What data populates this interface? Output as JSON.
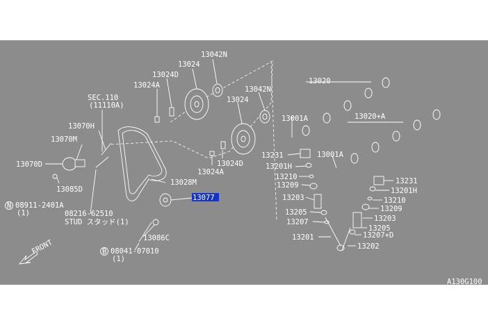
{
  "labels": {
    "p13042n_top": "13042N",
    "p13024_top": "13024",
    "p13024d_top": "13024D",
    "p13024a_top": "13024A",
    "sec110": "SEC.110",
    "sec110_sub": "(11110A)",
    "p13070h": "13070H",
    "p13070m": "13070M",
    "p13070d": "13070D",
    "p13085d": "13085D",
    "p08911": "08911-2401A",
    "p08911_qty": "(1)",
    "p08216": "08216-62510",
    "p08216_sub": "STUD スタッド(1)",
    "p13028m": "13028M",
    "p13077": "13077",
    "p13086c": "13086C",
    "p08041": "08041-07010",
    "p08041_qty": "(1)",
    "front": "FRONT",
    "p13042n_mid": "13042N",
    "p13024_mid": "13024",
    "p13024d_mid": "13024D",
    "p13024a_mid": "13024A",
    "p13020": "13020",
    "p13020a": "13020+A",
    "p13001a_l": "13001A",
    "p13001a_r": "13001A",
    "p13231_l": "13231",
    "p13201h_l": "13201H",
    "p13210_l": "13210",
    "p13209_l": "13209",
    "p13203_l": "13203",
    "p13205_l": "13205",
    "p13207_l": "13207",
    "p13201_l": "13201",
    "p13231_r": "13231",
    "p13201h_r": "13201H",
    "p13210_r": "13210",
    "p13209_r": "13209",
    "p13203_r": "13203",
    "p13205_r": "13205",
    "p13207d_r": "13207+D",
    "p13202_r": "13202",
    "footer_code": "A130G100"
  },
  "badges": {
    "n": "N",
    "b": "B"
  }
}
